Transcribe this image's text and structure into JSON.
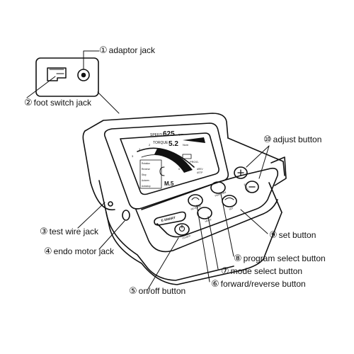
{
  "callouts": [
    {
      "num": "①",
      "label": "adaptor jack"
    },
    {
      "num": "②",
      "label": "foot switch jack"
    },
    {
      "num": "③",
      "label": "test wire jack"
    },
    {
      "num": "④",
      "label": "endo motor jack"
    },
    {
      "num": "⑤",
      "label": "on/off  button"
    },
    {
      "num": "⑥",
      "label": "forward/reverse button"
    },
    {
      "num": "⑦",
      "label": "mode select button"
    },
    {
      "num": "⑧",
      "label": "program select button"
    },
    {
      "num": "⑨",
      "label": "set button"
    },
    {
      "num": "⑩",
      "label": "adjust button"
    }
  ],
  "display": {
    "speed_label": "SPEED",
    "speed_value": "625",
    "speed_unit": "rpm",
    "torque_label": "TORQUE",
    "torque_value": "5.2",
    "torque_unit": "Ncm",
    "prog_label": "PROG.",
    "mode_value": "M.5",
    "menu_items": [
      "Rotation",
      "Reverse",
      "Stop",
      "Autorev",
      "Autostop"
    ],
    "dial_ticks": [
      "1",
      "2",
      "3",
      "0"
    ],
    "status": [
      "AREV",
      "ASTP"
    ]
  },
  "buttons": {
    "esmart": "E-SMART",
    "power": "POWER",
    "reverse": "REVERSE",
    "mode": "MODE",
    "program": "PROGRAM",
    "set": "SET",
    "adjust": "ADJUST",
    "plus": "+",
    "minus": "−"
  }
}
